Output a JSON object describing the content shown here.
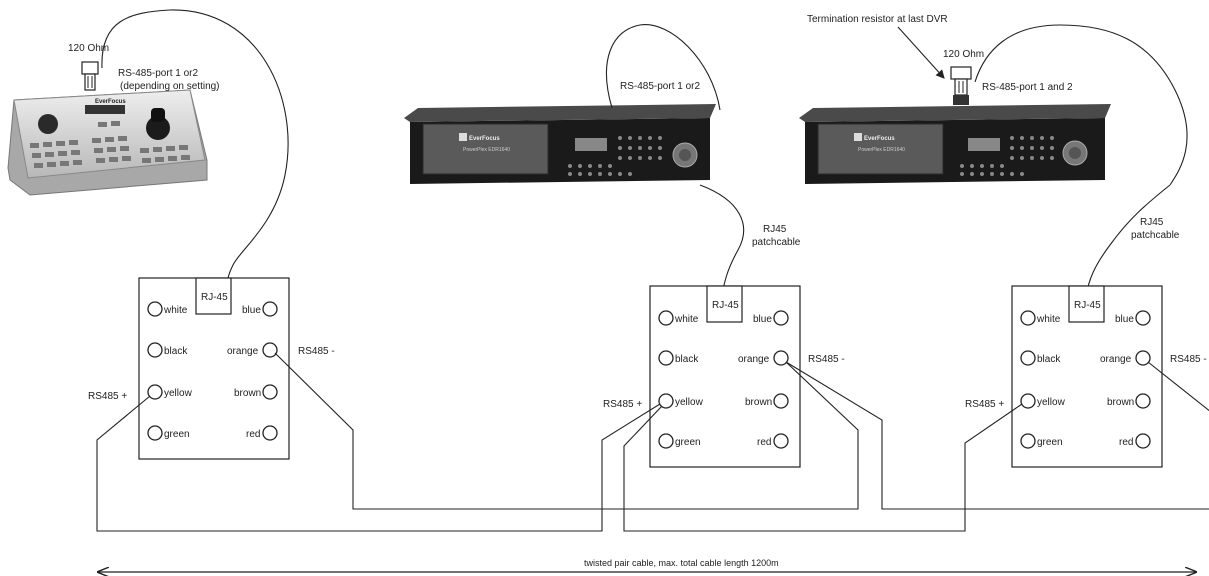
{
  "labels": {
    "keyboard_resistor": "120 Ohm",
    "keyboard_port_line1": "RS-485-port 1 or2",
    "keyboard_port_line2": "(depending on setting)",
    "dvr1_port": "RS-485-port 1 or2",
    "termination_note": "Termination resistor at last DVR",
    "dvr2_resistor": "120 Ohm",
    "dvr2_port": "RS-485-port 1 and 2",
    "rj45_patch_line1": "RJ45",
    "rj45_patch_line2": "patchcable",
    "cable_note": "twisted pair cable, max. total cable length 1200m"
  },
  "junction_box": {
    "jack": "RJ-45",
    "pins_left": [
      "white",
      "black",
      "yellow",
      "green"
    ],
    "pins_right": [
      "blue",
      "orange",
      "brown",
      "red"
    ],
    "rs485_plus": "RS485 +",
    "rs485_minus": "RS485 -"
  },
  "dvr": {
    "brand_lines": [
      "EverFocus",
      "PowerPlex EDR1640"
    ]
  },
  "keyboard": {
    "brand": "EverFocus"
  },
  "colors": {
    "line": "#222222",
    "device_dark": "#1e1e1e",
    "device_panel": "#555555",
    "keyboard_body": "#d9d9d9"
  }
}
